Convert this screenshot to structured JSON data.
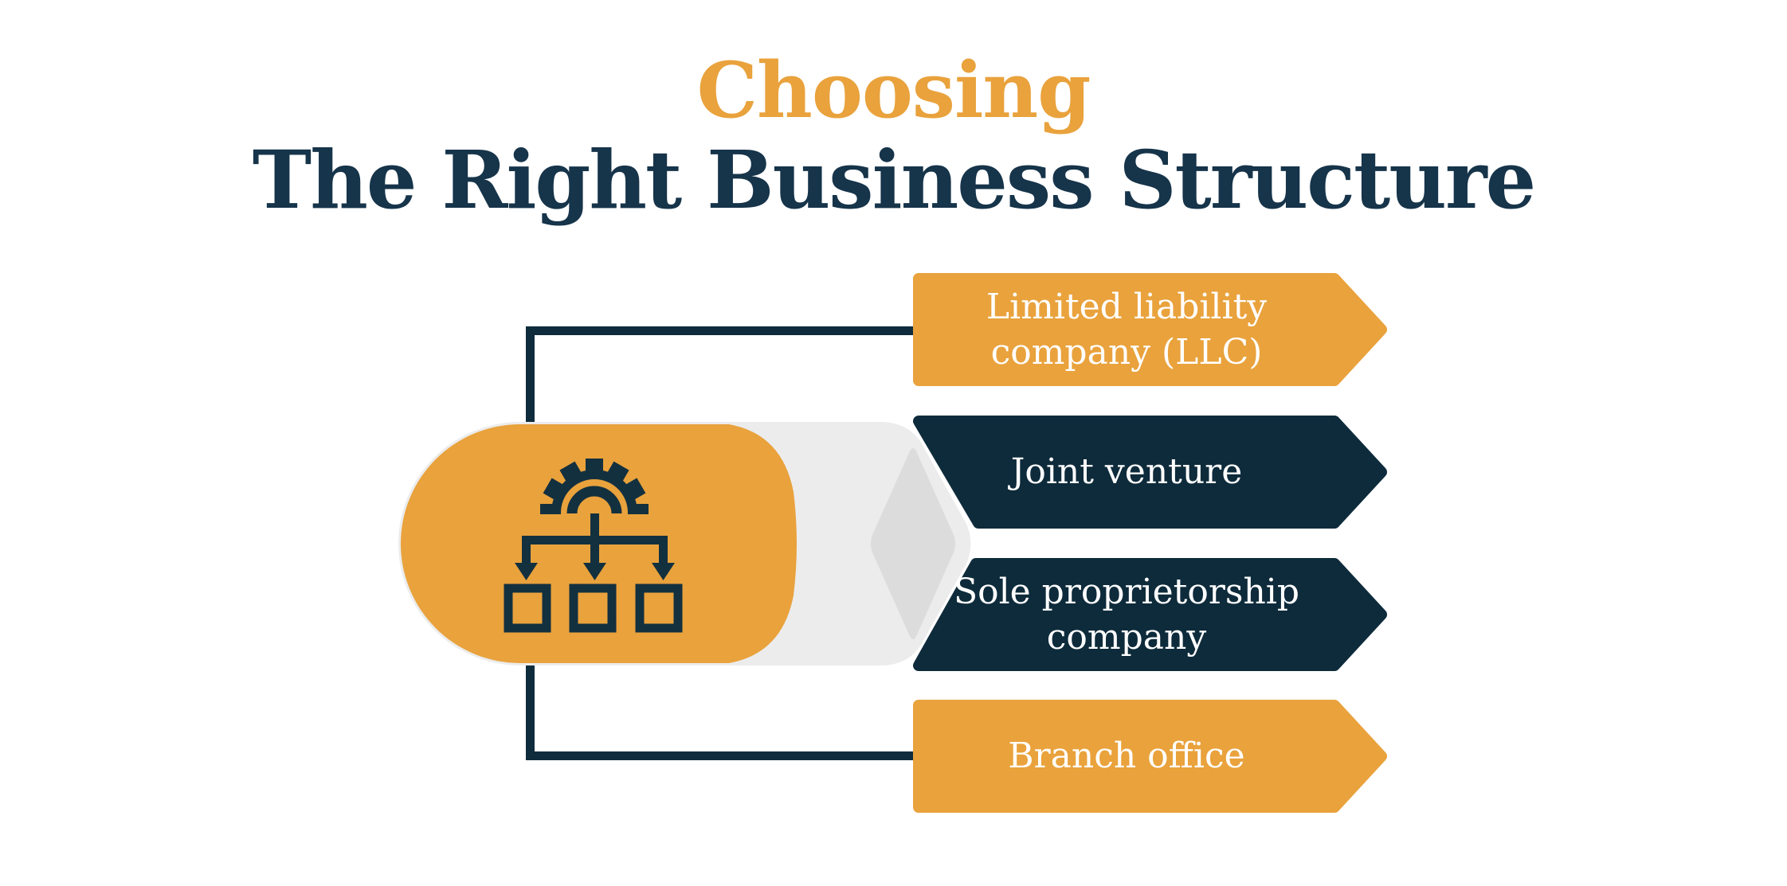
{
  "title": {
    "line1": "Choosing",
    "line2": "The Right Business Structure"
  },
  "banners": [
    {
      "text": "Limited liability company (LLC)",
      "line1": "Limited liability",
      "line2": "company (LLC)",
      "style": "orange"
    },
    {
      "text": "Joint venture",
      "line1": "Joint venture",
      "line2": "",
      "style": "navy"
    },
    {
      "text": "Sole proprietorship company",
      "line1": "Sole proprietorship",
      "line2": "company",
      "style": "navy"
    },
    {
      "text": "Branch office",
      "line1": "Branch office",
      "line2": "",
      "style": "orange"
    }
  ],
  "colors": {
    "orange": "#E9A23C",
    "banner_navy": "#0E2B3B",
    "title_navy": "#16344A",
    "capsule_gray": "#ECECEC",
    "diamond_gray": "#DCDCDC",
    "banner_text": "#FFFFFF",
    "background": "#FFFFFF"
  },
  "icons": [
    {
      "name": "gear-hierarchy-icon"
    }
  ]
}
